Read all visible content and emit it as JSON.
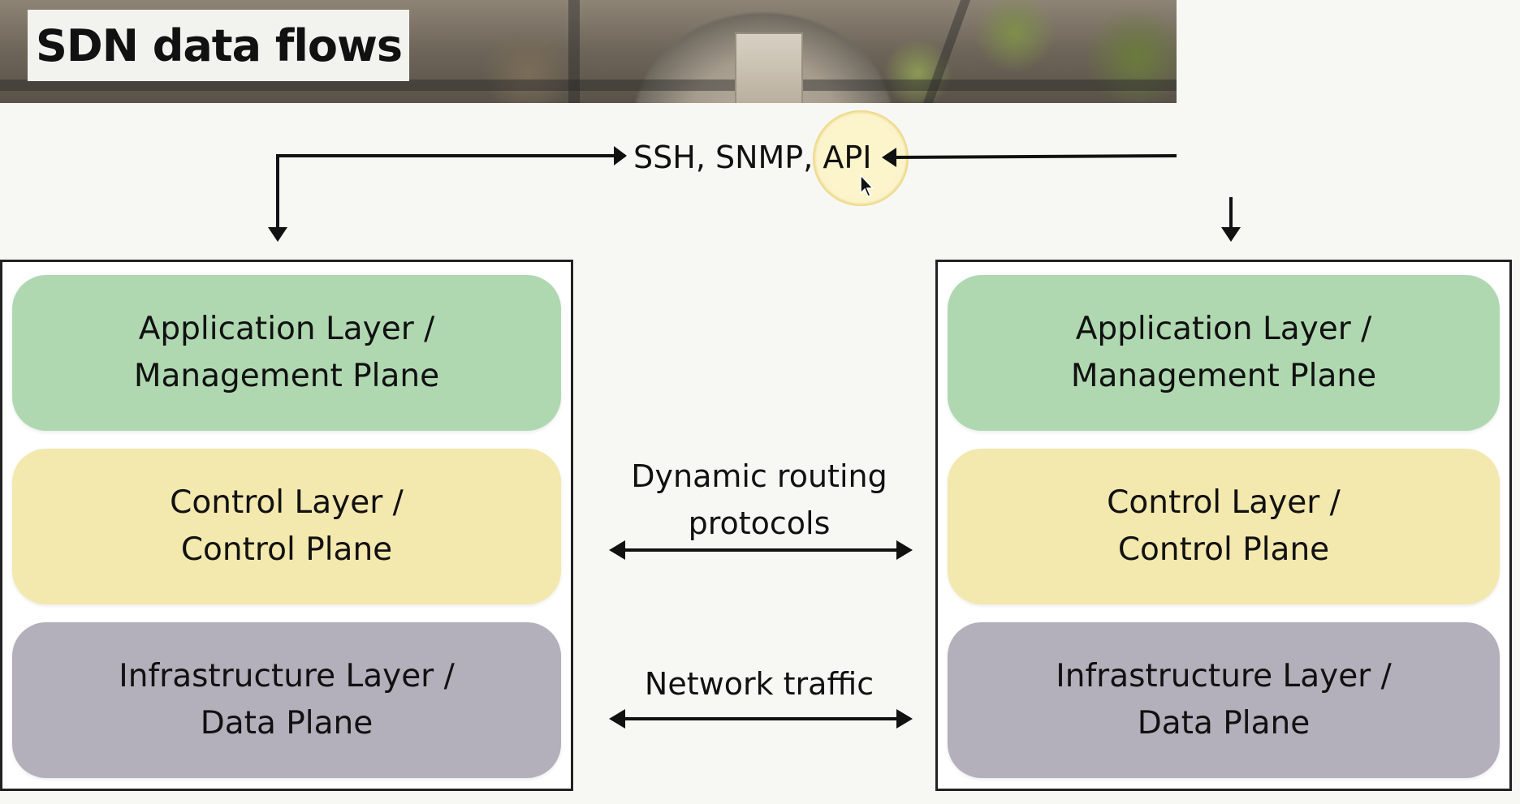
{
  "slide": {
    "title": "SDN data flows",
    "protocol_label": "SSH, SNMP, API",
    "routing_label": "Dynamic routing\nprotocols",
    "traffic_label": "Network traffic"
  },
  "left_stack": {
    "layers": [
      {
        "label": "Application Layer /\nManagement Plane",
        "color": "#afd8b1"
      },
      {
        "label": "Control Layer /\nControl Plane",
        "color": "#f3e8ad"
      },
      {
        "label": "Infrastructure Layer /\nData Plane",
        "color": "#b3afbb"
      }
    ]
  },
  "right_stack": {
    "layers": [
      {
        "label": "Application Layer /\nManagement Plane",
        "color": "#afd8b1"
      },
      {
        "label": "Control Layer /\nControl Plane",
        "color": "#f3e8ad"
      },
      {
        "label": "Infrastructure Layer /\nData Plane",
        "color": "#b3afbb"
      }
    ]
  },
  "icons": {
    "cursor": "mouse-pointer-icon",
    "banner": "aerial-city-photo"
  }
}
